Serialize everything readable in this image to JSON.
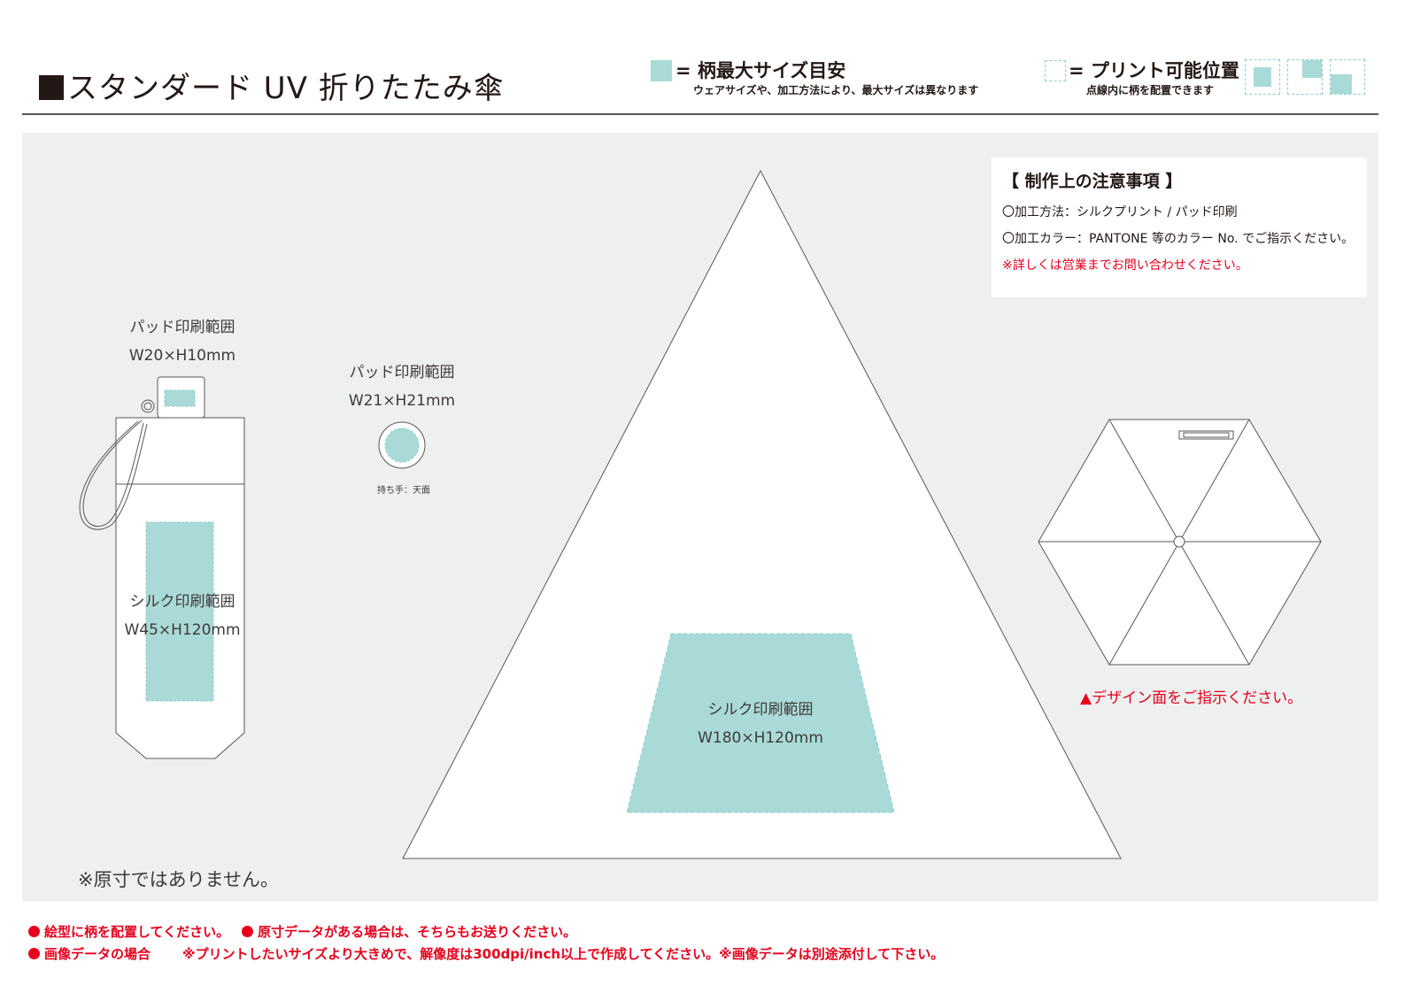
{
  "header": {
    "title": "スタンダード UV 折りたたみ傘",
    "legend_max": {
      "label": "= 柄最大サイズ目安",
      "sub": "ウェアサイズや、加工方法により、最大サイズは異なります"
    },
    "legend_print": {
      "label": "= プリント可能位置",
      "sub": "点線内に柄を配置できます"
    }
  },
  "notes": {
    "title": "【 制作上の注意事項 】",
    "method": "〇加工方法：シルクプリント / パッド印刷",
    "color": "〇加工カラー：PANTONE 等のカラー No. でご指示ください。",
    "contact": "※詳しくは営業までお問い合わせください。"
  },
  "labels": {
    "pad_case_title": "パッド印刷範囲",
    "pad_case_size": "W20×H10mm",
    "silk_case_title": "シルク印刷範囲",
    "silk_case_size": "W45×H120mm",
    "pad_handle_title": "パッド印刷範囲",
    "pad_handle_size": "W21×H21mm",
    "handle_caption": "持ち手：天面",
    "silk_panel_title": "シルク印刷範囲",
    "silk_panel_size": "W180×H120mm",
    "design_note": "▲デザイン面をご指示ください。",
    "scale_note": "※原寸ではありません。"
  },
  "footer": {
    "line1a": "絵型に柄を配置してください。",
    "line1b": "原寸データがある場合は、そちらもお送りください。",
    "line2a": "画像データの場合",
    "line2b": "※プリントしたいサイズより大きめで、解像度は300dpi/inch以上で作成してください。※画像データは別途添付して下さい。"
  },
  "colors": {
    "print_area": "#a9dad8",
    "print_border": "#88cfcc",
    "accent_red": "#e6001c",
    "background_panel": "#eeefef"
  }
}
